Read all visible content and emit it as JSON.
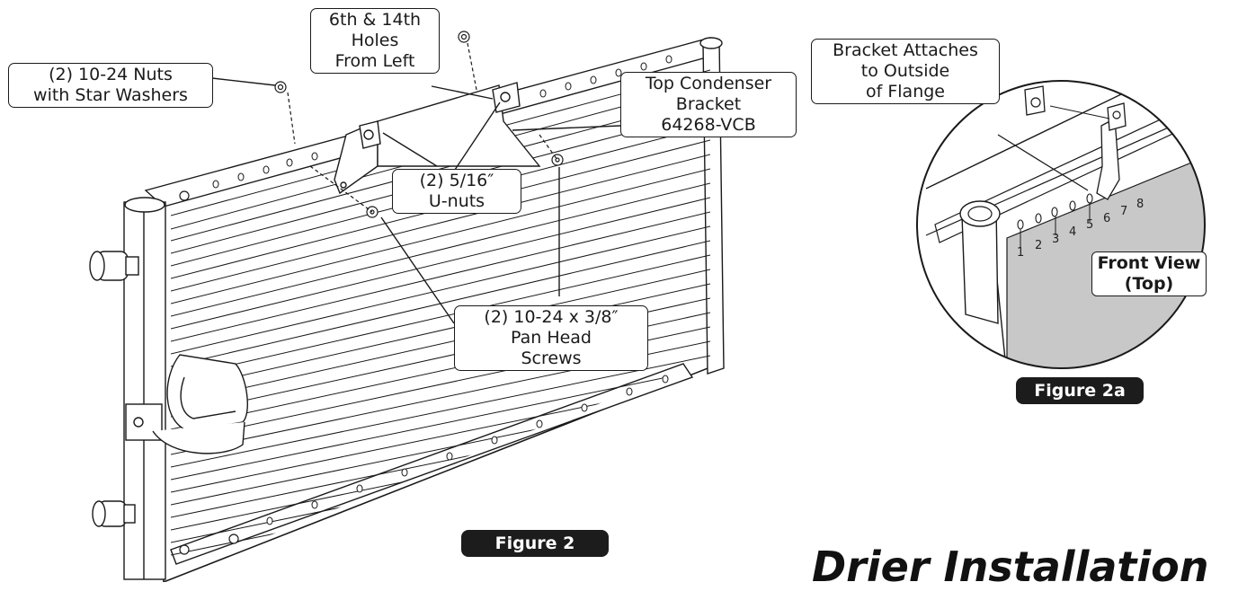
{
  "callouts": {
    "nuts": [
      "(2) 10-24 Nuts",
      "with Star Washers"
    ],
    "holes": [
      "6th & 14th",
      "Holes",
      "From Left"
    ],
    "bracket": [
      "Top Condenser",
      "Bracket",
      "64268-VCB"
    ],
    "unuts": [
      "(2) 5/16″",
      "U-nuts"
    ],
    "screws": [
      "(2) 10-24 x 3/8″",
      "Pan Head",
      "Screws"
    ],
    "attaches": [
      "Bracket Attaches",
      "to Outside",
      "of Flange"
    ]
  },
  "detail": {
    "front_view": [
      "Front View",
      "(Top)"
    ],
    "hole_numbers": [
      "1",
      "2",
      "3",
      "4",
      "5",
      "6",
      "7",
      "8"
    ]
  },
  "figures": {
    "main": "Figure 2",
    "detail": "Figure 2a"
  },
  "section_title": "Drier Installation",
  "colors": {
    "line": "#1a1a1a",
    "panel_shade": "#c8c8c8",
    "tag_bg": "#1c1c1c"
  }
}
